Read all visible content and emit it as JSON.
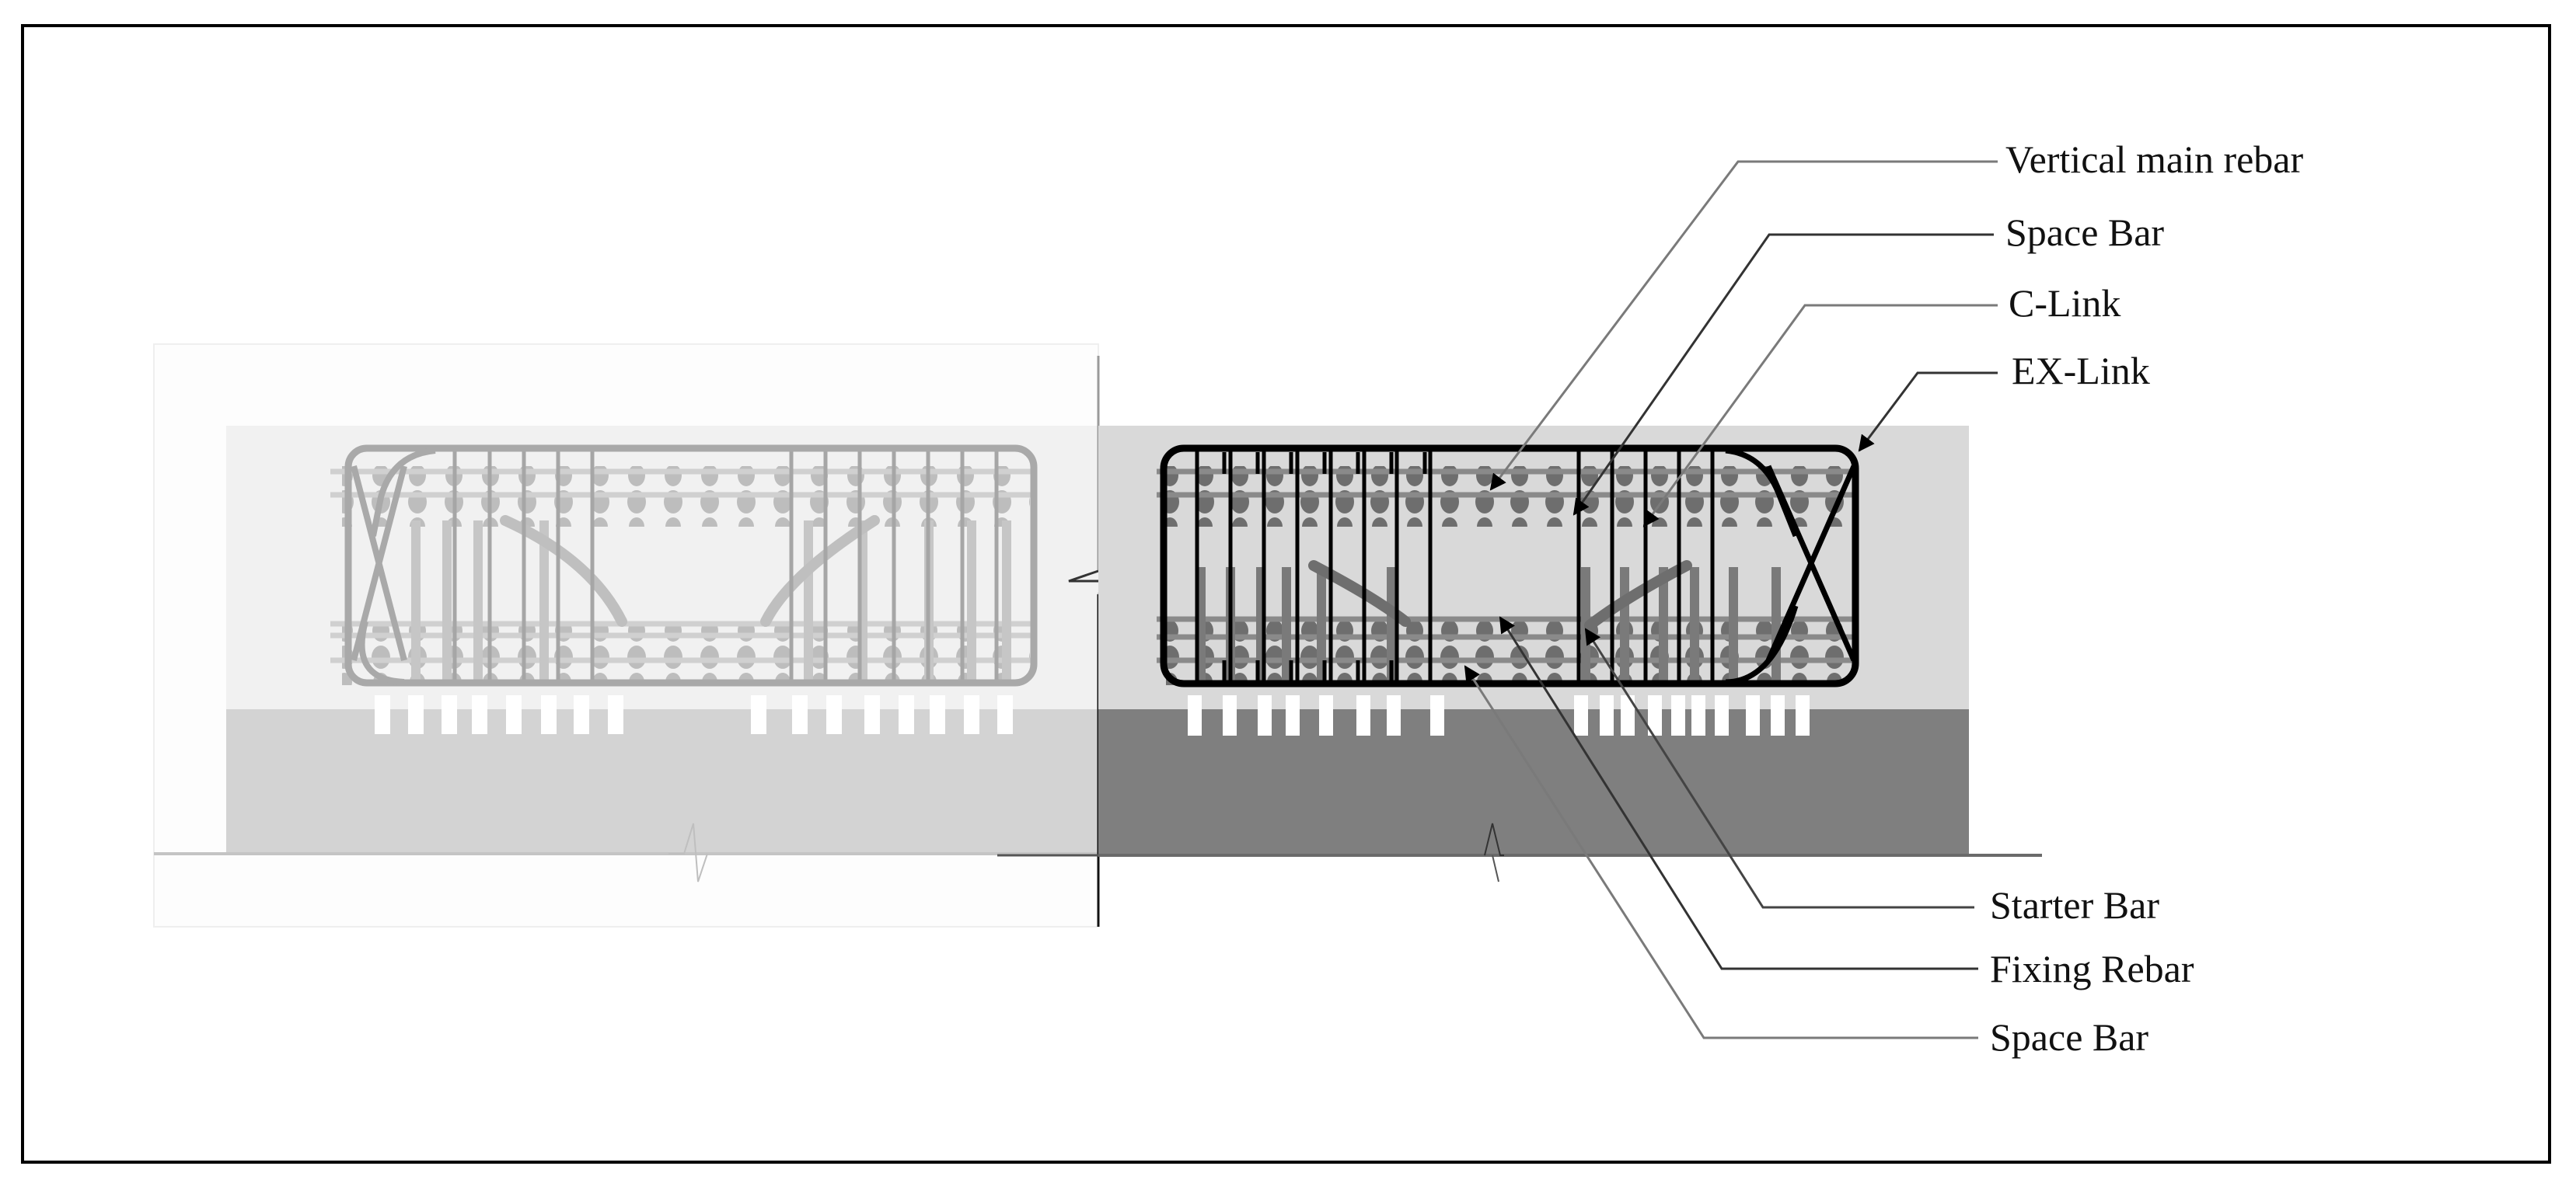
{
  "figure": {
    "type": "rebar cage cross-section comparison",
    "panels": [
      {
        "id": "left",
        "role": "faded reference section",
        "colors": {
          "panel": "#f1f1f1",
          "base": "#d3d3d3",
          "rebar": "#a9a9a9"
        }
      },
      {
        "id": "right",
        "role": "highlighted section",
        "colors": {
          "panel": "#d9d9d9",
          "base": "#7f7f7f",
          "rebar": "#6b6b6b",
          "link": "#000000"
        }
      }
    ]
  },
  "labels": {
    "top": [
      {
        "text": "Vertical main rebar"
      },
      {
        "text": "Space Bar"
      },
      {
        "text": "C-Link"
      },
      {
        "text": "EX-Link"
      }
    ],
    "bottom": [
      {
        "text": "Starter Bar"
      },
      {
        "text": "Fixing Rebar"
      },
      {
        "text": "Space Bar"
      }
    ]
  }
}
